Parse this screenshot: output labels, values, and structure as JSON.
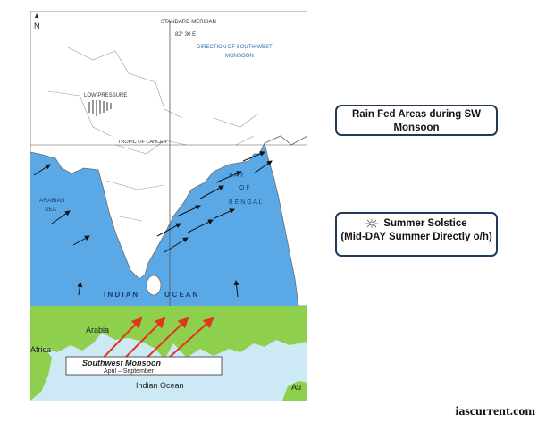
{
  "top_map": {
    "north_label": "N",
    "meridian_label": "STANDARD MERIDAN",
    "meridian_value": "82° 30 E",
    "direction_label_1": "DIRECTION OF SOUTH WEST",
    "direction_label_2": "MONSOON",
    "low_pressure": "LOW PRESSURE",
    "tropic": "TROPIC OF CANCER",
    "arabian": "ARABIAN",
    "sea": "SEA",
    "bay_1": "B A Y",
    "bay_2": "O F",
    "bay_3": "B E N G A L",
    "indian": "I N D I A N",
    "ocean": "O C E A N",
    "colors": {
      "sea": "#5aa9e6",
      "land": "#ffffff",
      "border": "#6d6d6d",
      "text_blue": "#2f6fb3"
    }
  },
  "bottom_map": {
    "arabia": "Arabia",
    "africa": "Africa",
    "indian_ocean": "Indian Ocean",
    "au": "Au",
    "monsoon_title": "Southwest Monsoon",
    "monsoon_months": "April – September",
    "colors": {
      "land": "#8ecf4e",
      "sea": "#cde9f6",
      "arrow": "#e0371b"
    }
  },
  "callouts": {
    "rain_line1": "Rain Fed Areas during SW",
    "rain_line2": "Monsoon",
    "solstice_line1": "Summer Solstice",
    "solstice_line2": "(Mid-DAY Summer Directly o/h)"
  },
  "icons": {
    "sun": "sun-icon"
  },
  "watermark": "iascurrent.com"
}
